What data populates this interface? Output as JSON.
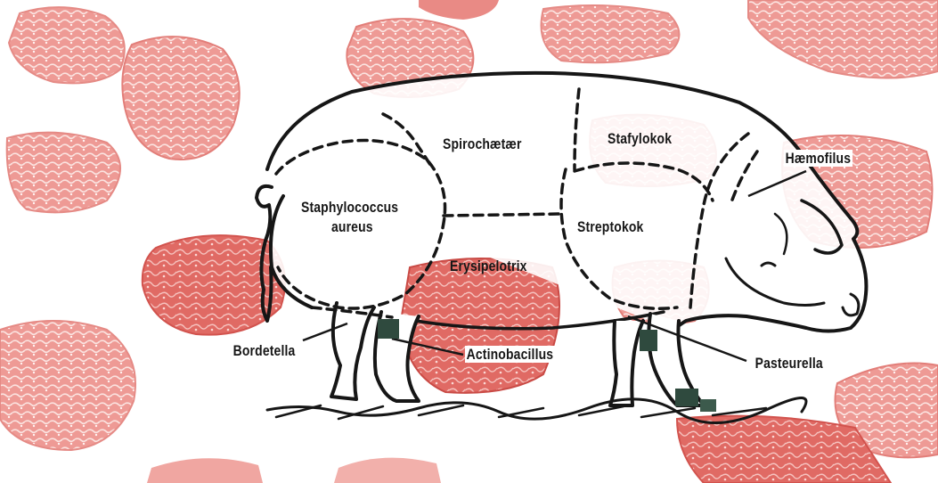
{
  "diagram": {
    "labels": {
      "spirochaeta": "Spirochætær",
      "stafylokok": "Stafylokok",
      "haemofilus": "Hæmofilus",
      "staphylococcus": "Staphylococcus",
      "aureus": "aureus",
      "streptokok": "Streptokok",
      "erysipelotrix": "Erysipelotrix",
      "bordetella": "Bordetella",
      "actinobacillus": "Actinobacillus",
      "pasteurella": "Pasteurella"
    },
    "colors": {
      "meat_light": "#f0a9a5",
      "meat_mid": "#e5716b",
      "meat_dark": "#d95a55",
      "meat_fat": "#fbe5e2",
      "ink": "#161616",
      "marker": "#2f4a3e"
    },
    "background": "raw-meat-cuts"
  }
}
